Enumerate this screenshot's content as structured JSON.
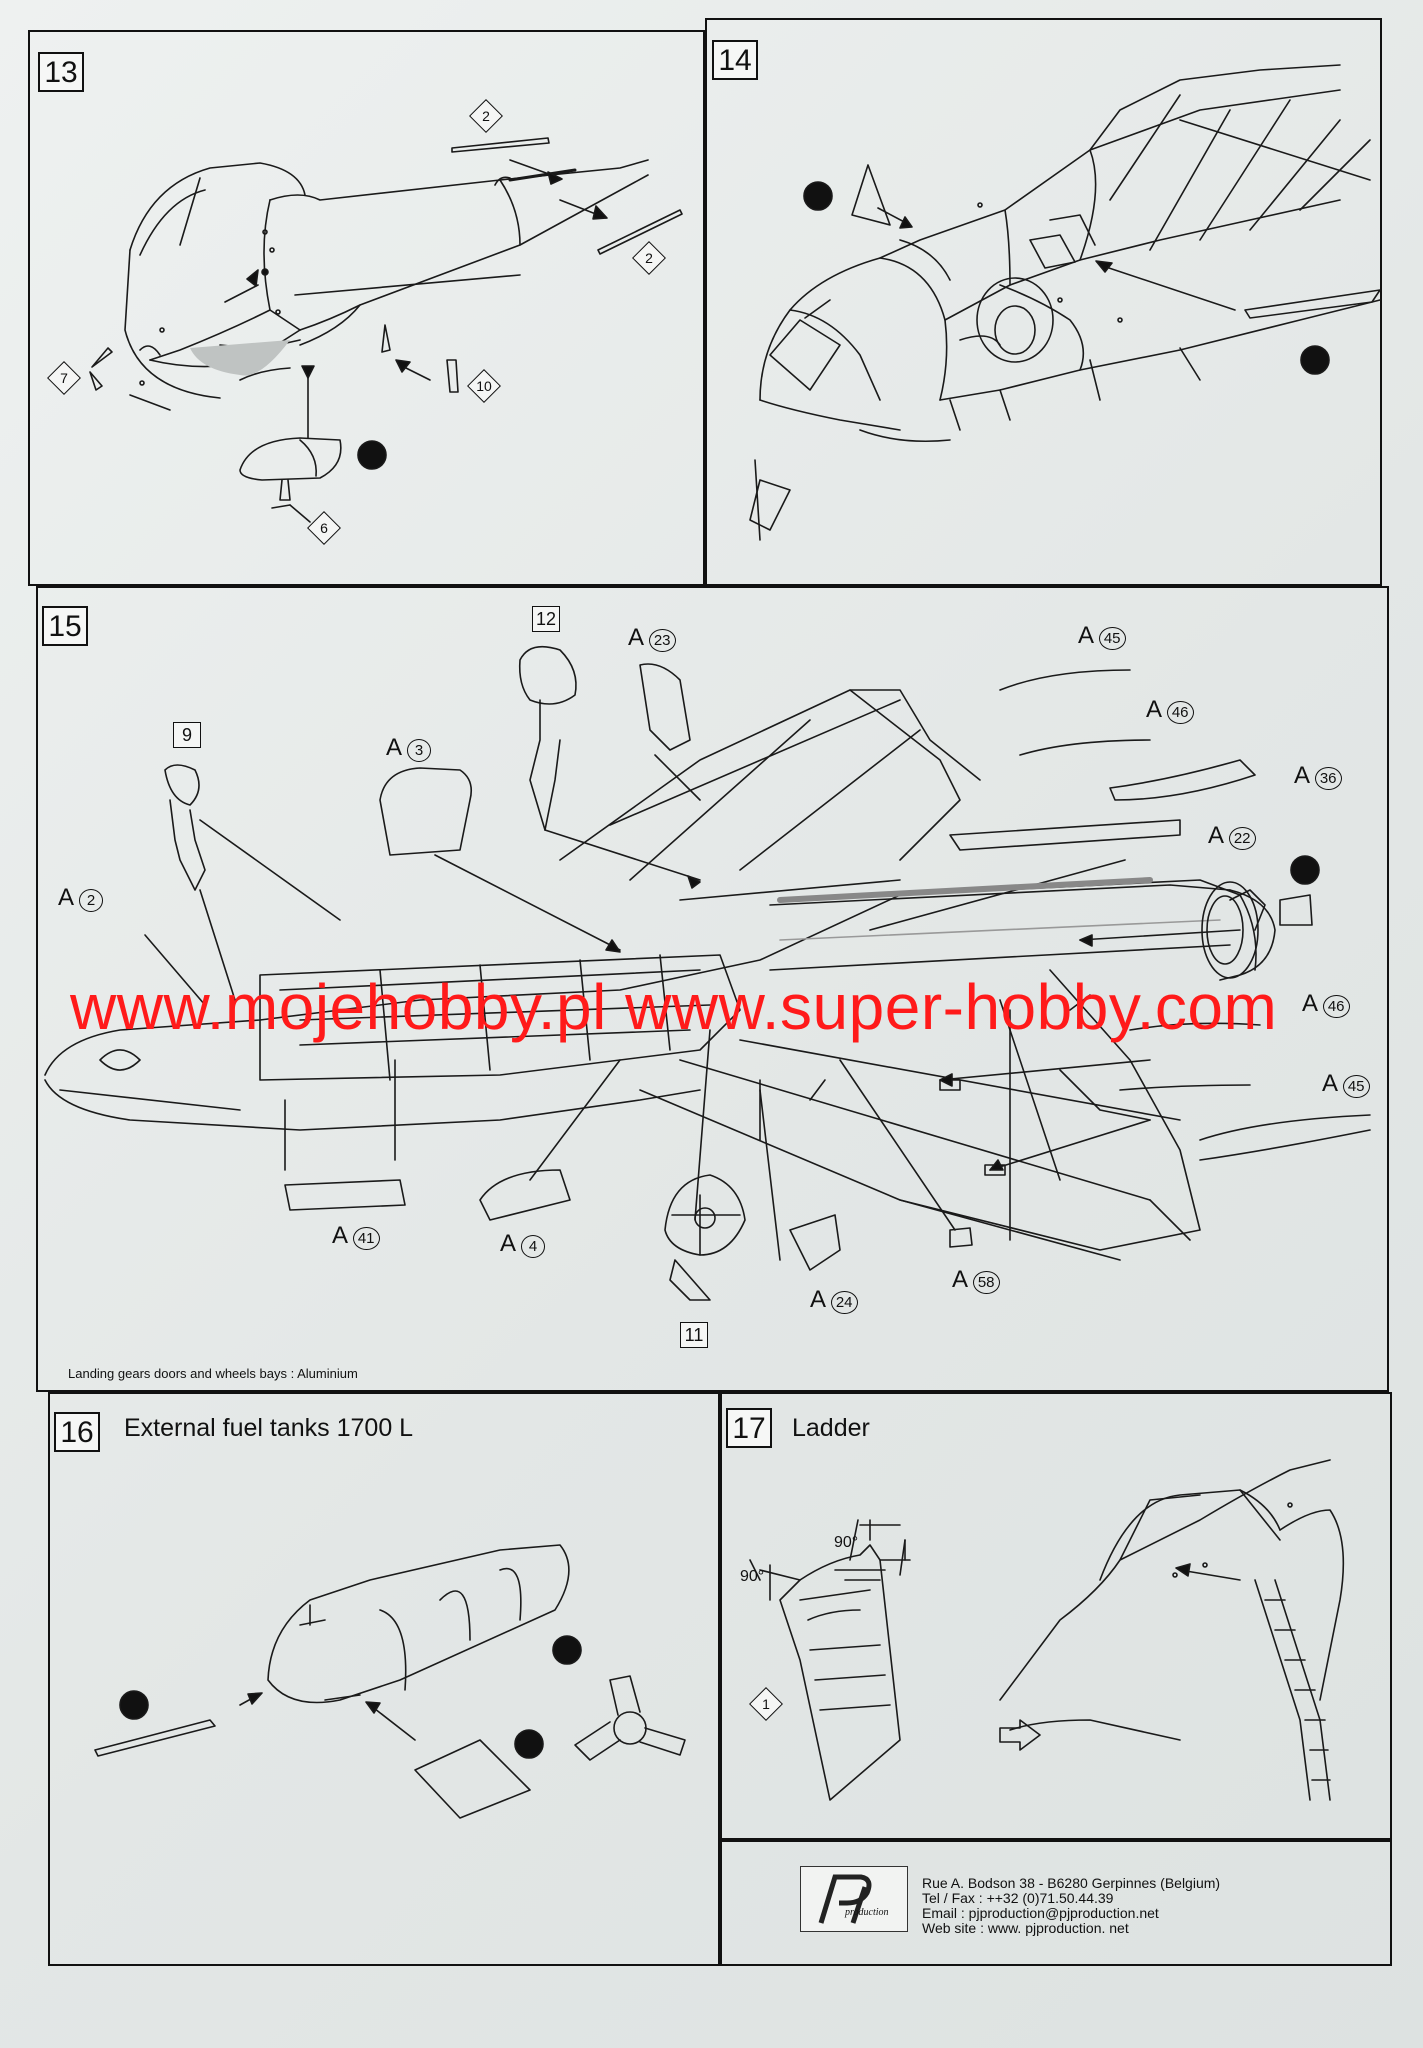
{
  "steps": {
    "s13": {
      "number": "13"
    },
    "s14": {
      "number": "14"
    },
    "s15": {
      "number": "15",
      "note": "Landing gears doors and wheels bays : Aluminium"
    },
    "s16": {
      "number": "16",
      "title": "External fuel tanks 1700 L"
    },
    "s17": {
      "number": "17",
      "title": "Ladder",
      "angle_left": "90°",
      "angle_top": "90°"
    }
  },
  "parts13": [
    "2",
    "2",
    "7",
    "10",
    "6"
  ],
  "parts15_boxes": [
    "12",
    "9",
    "11"
  ],
  "parts15": {
    "a23": "A",
    "a23n": "23",
    "a45": "A",
    "a45n": "45",
    "a46": "A",
    "a46n": "46",
    "a3": "A",
    "a3n": "3",
    "a36": "A",
    "a36n": "36",
    "a22": "A",
    "a22n": "22",
    "a2": "A",
    "a2n": "2",
    "a46b": "A",
    "a46bn": "46",
    "a45b": "A",
    "a45bn": "45",
    "a41": "A",
    "a41n": "41",
    "a4": "A",
    "a4n": "4",
    "a58": "A",
    "a58n": "58",
    "a24": "A",
    "a24n": "24"
  },
  "parts17": [
    "1"
  ],
  "watermark": "www.mojehobby.pl www.super-hobby.com",
  "footer": {
    "logo_text": "production",
    "line1": "Rue A. Bodson 38 - B6280 Gerpinnes (Belgium)",
    "line2": "Tel / Fax : ++32 (0)71.50.44.39",
    "line3": "Email : pjproduction@pjproduction.net",
    "line4": "Web site : www. pjproduction. net"
  },
  "colors": {
    "ink": "#111111",
    "paper": "#e4e8e7",
    "watermark": "#ff1a1a"
  }
}
